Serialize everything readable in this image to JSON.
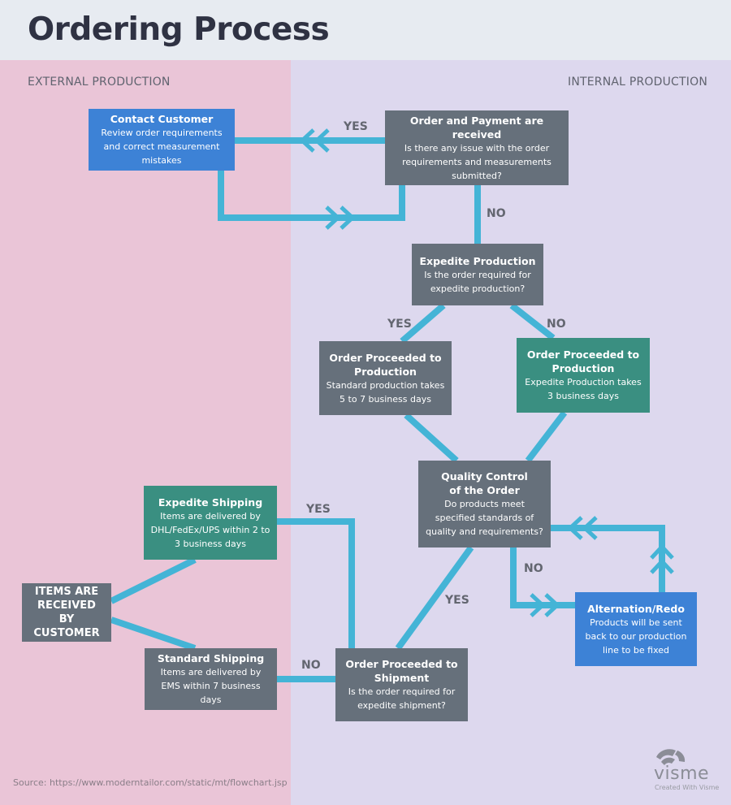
{
  "title": "Ordering Process",
  "lanes": {
    "external": "EXTERNAL PRODUCTION",
    "internal": "INTERNAL PRODUCTION"
  },
  "boxes": {
    "contact_customer": {
      "title": "Contact Customer",
      "desc": "Review order requirements and correct measurement mistakes"
    },
    "order_received": {
      "title": "Order and Payment are received",
      "desc": "Is there any issue with the order requirements and measurements submitted?"
    },
    "expedite_production": {
      "title": "Expedite Production",
      "desc": "Is the order required for expedite production?"
    },
    "standard_production": {
      "title": "Order Proceeded to Production",
      "desc": "Standard production takes 5 to 7 business days"
    },
    "expedited_production": {
      "title": "Order Proceeded to Production",
      "desc": "Expedite Production takes 3 business days"
    },
    "quality_control": {
      "title": "Quality Control of the Order",
      "desc": "Do products meet specified standards of quality and requirements?"
    },
    "alteration": {
      "title": "Alternation/Redo",
      "desc": "Products will be sent back to our production line to be fixed"
    },
    "shipment": {
      "title": "Order Proceeded to Shipment",
      "desc": "Is the order required for expedite shipment?"
    },
    "expedite_shipping": {
      "title": "Expedite Shipping",
      "desc": "Items are delivered by DHL/FedEx/UPS within 2 to 3 business days"
    },
    "standard_shipping": {
      "title": "Standard Shipping",
      "desc": "Items are delivered by EMS within 7 business days"
    },
    "items_received": {
      "title": "ITEMS ARE RECEIVED BY CUSTOMER"
    }
  },
  "labels": {
    "yes_contact": "YES",
    "no_order": "NO",
    "yes_expedite": "YES",
    "no_expedite": "NO",
    "no_quality": "NO",
    "yes_quality": "YES",
    "yes_shipping": "YES",
    "no_shipping": "NO"
  },
  "source": "Source: https://www.moderntailor.com/static/mt/flowchart.jsp",
  "logo": {
    "word": "visme",
    "sub": "Created With Visme"
  },
  "colors": {
    "connector": "#44b4d6",
    "box_gray": "#66707b",
    "box_blue": "#3d82d6",
    "box_teal": "#3a8f81",
    "lane_external": "#eac5d7",
    "lane_internal": "#ddd8ee"
  }
}
